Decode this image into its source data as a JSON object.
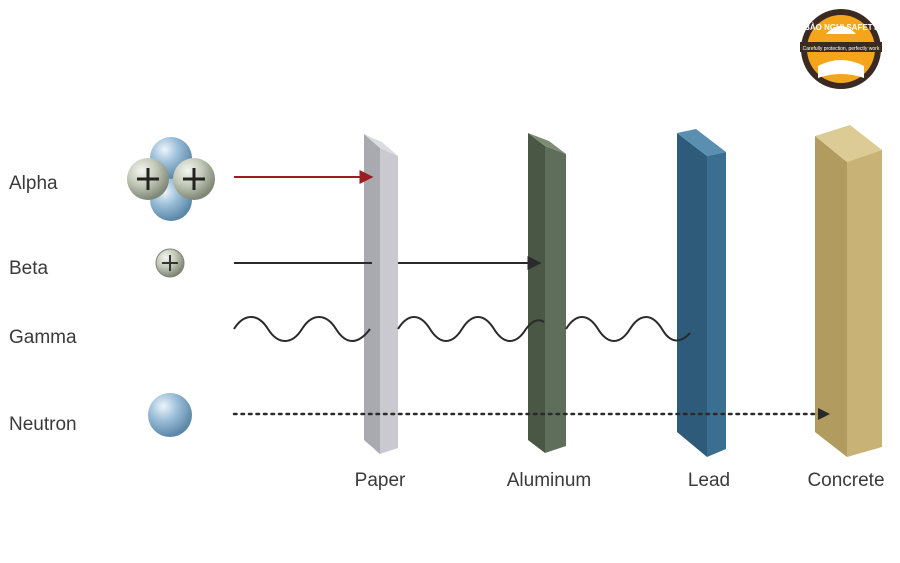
{
  "logo": {
    "brand_text": "BẢO NGHI SAFETY",
    "slogan_text": "Carefully protection, perfectly work",
    "colors": {
      "ring": "#f4a51c",
      "dark": "#3a2a22",
      "light": "#ffffff"
    }
  },
  "radiation_types": [
    {
      "label": "Alpha",
      "particle": "helium-nucleus",
      "stopped_by": "Paper"
    },
    {
      "label": "Beta",
      "particle": "electron-plus",
      "stopped_by": "Aluminum"
    },
    {
      "label": "Gamma",
      "particle": "wave",
      "stopped_by": "Lead"
    },
    {
      "label": "Neutron",
      "particle": "neutral-sphere",
      "stopped_by": "Concrete"
    }
  ],
  "materials": [
    {
      "label": "Paper",
      "color": "#c9c9cf"
    },
    {
      "label": "Aluminum",
      "color": "#5f6e5a"
    },
    {
      "label": "Lead",
      "color": "#3b6f91"
    },
    {
      "label": "Concrete",
      "color": "#c8b276"
    }
  ],
  "colors": {
    "alpha_arrow": "#9b1c22",
    "ray": "#2a2a2a",
    "particle_blue": "#8fb3cf",
    "particle_grey": "#b9c0b0"
  }
}
